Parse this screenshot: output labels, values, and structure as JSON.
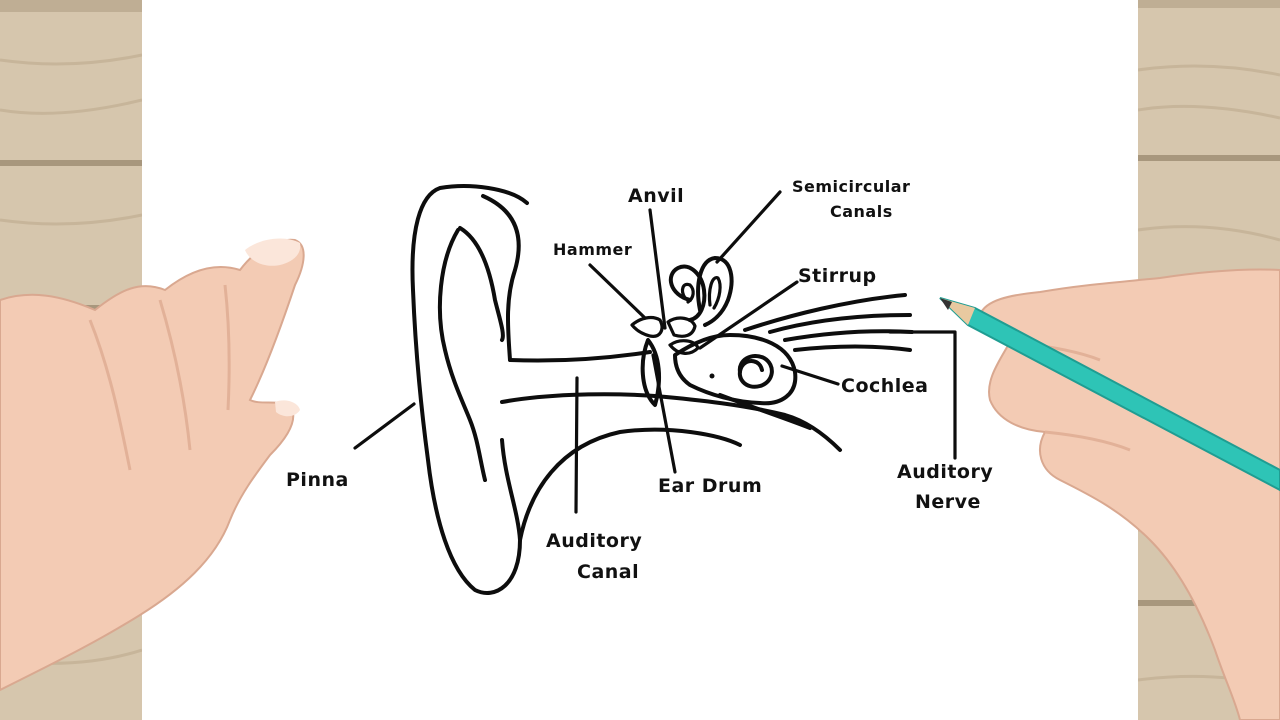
{
  "labels": {
    "pinna": "Pinna",
    "auditory_canal_1": "Auditory",
    "auditory_canal_2": "Canal",
    "ear_drum": "Ear Drum",
    "hammer": "Hammer",
    "anvil": "Anvil",
    "semicircular_1": "Semicircular",
    "semicircular_2": "Canals",
    "stirrup": "Stirrup",
    "cochlea": "Cochlea",
    "auditory_nerve_1": "Auditory",
    "auditory_nerve_2": "Nerve"
  },
  "colors": {
    "paper": "#ffffff",
    "ink": "#0d0d0d",
    "wood": "#d8c8b0",
    "skin": "#f3cbb4",
    "pencil": "#2ec4b6"
  }
}
